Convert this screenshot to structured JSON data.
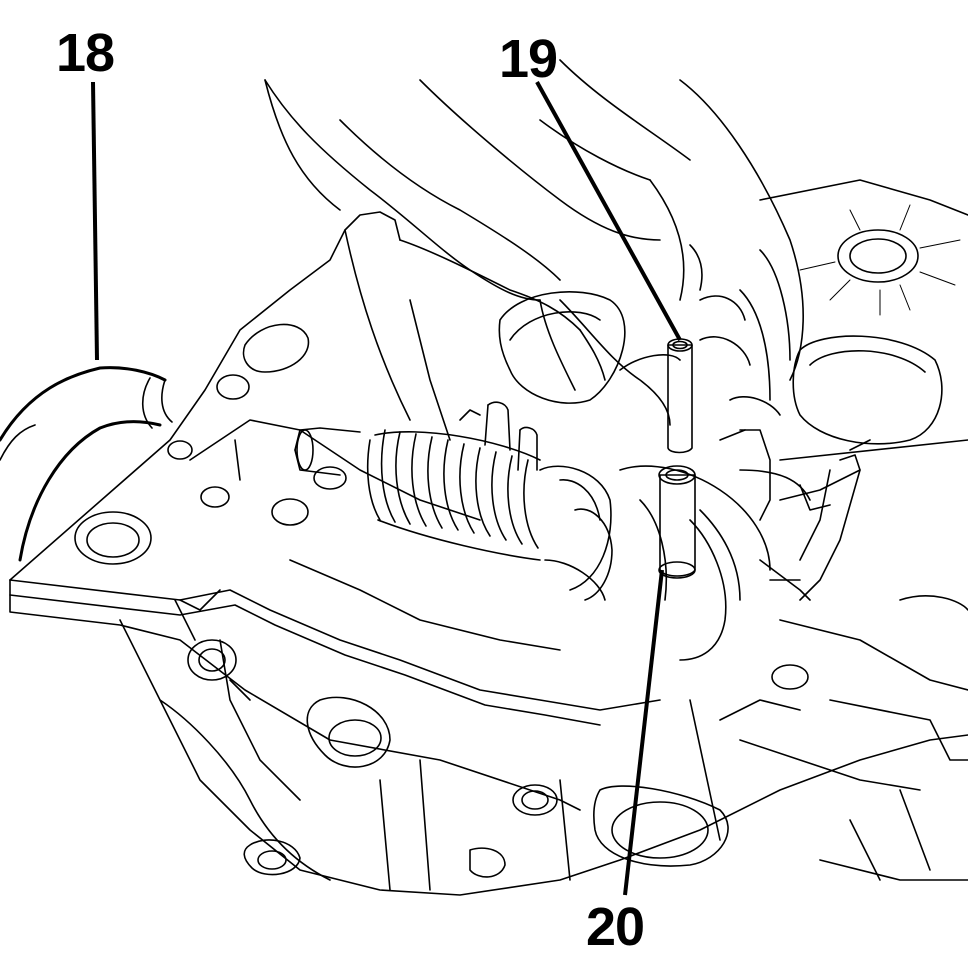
{
  "callouts": {
    "c18": "18",
    "c19": "19",
    "c20": "20"
  },
  "colors": {
    "line": "#000000",
    "background": "#ffffff"
  }
}
